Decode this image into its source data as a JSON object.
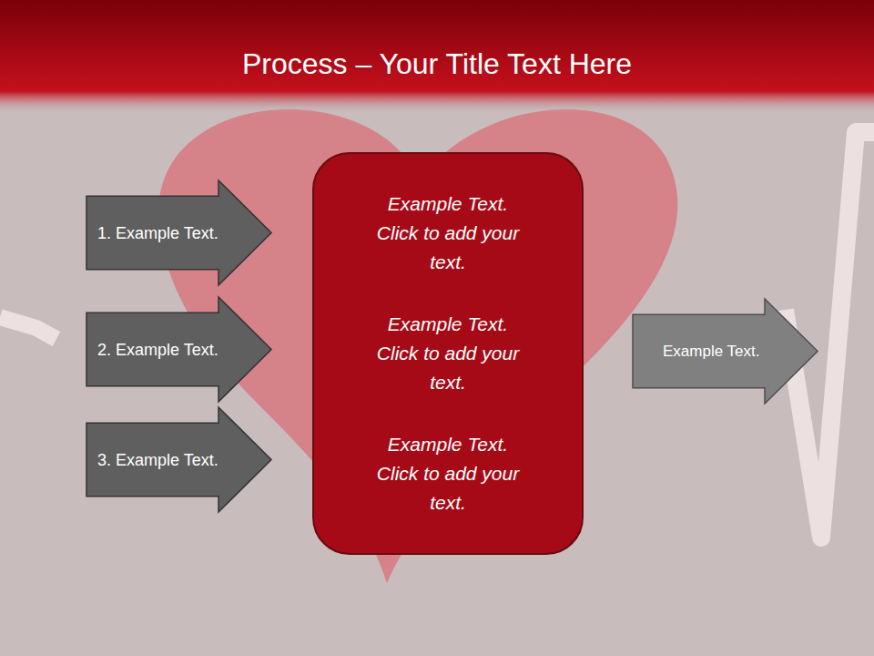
{
  "diagram": {
    "title": "Process – Your Title Text Here",
    "nodes": [
      {
        "text": [
          "1. Example Text."
        ]
      },
      {
        "text": [
          "2. Example Text."
        ]
      },
      {
        "text": [
          "3. Example Text."
        ]
      },
      {
        "text": [
          "Example Text. Click to add your text.",
          "Example Text. Click to add your text.",
          "Example Text. Click to add your text."
        ]
      },
      {
        "text": [
          "Example Text."
        ]
      }
    ]
  }
}
